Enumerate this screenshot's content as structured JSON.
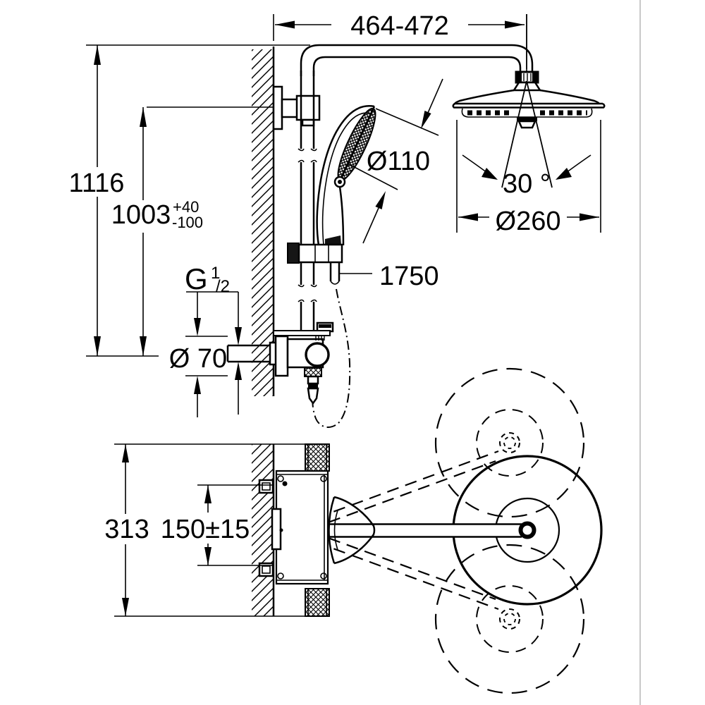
{
  "drawing": {
    "title": "shower-system-installation-dimension-drawing",
    "front_view": {
      "width_range": "464-472",
      "total_height": "1116",
      "supply_height": "1003",
      "supply_height_tol_plus": "+40",
      "supply_height_tol_minus": "-100",
      "hand_shower_diameter": "Ø110",
      "spray_angle": "30 °",
      "head_shower_diameter": "Ø260",
      "hose_length": "1750",
      "thread_size_letter": "G",
      "thread_size_numerator": "1",
      "thread_size_denominator": "/2",
      "escutcheon_diameter": "Ø 70"
    },
    "plan_view": {
      "wall_offset_depth": "313",
      "supply_spacing": "150±15"
    },
    "colors": {
      "line": "#000000",
      "background": "#ffffff",
      "frame_divider": "#c8c8c8"
    }
  }
}
